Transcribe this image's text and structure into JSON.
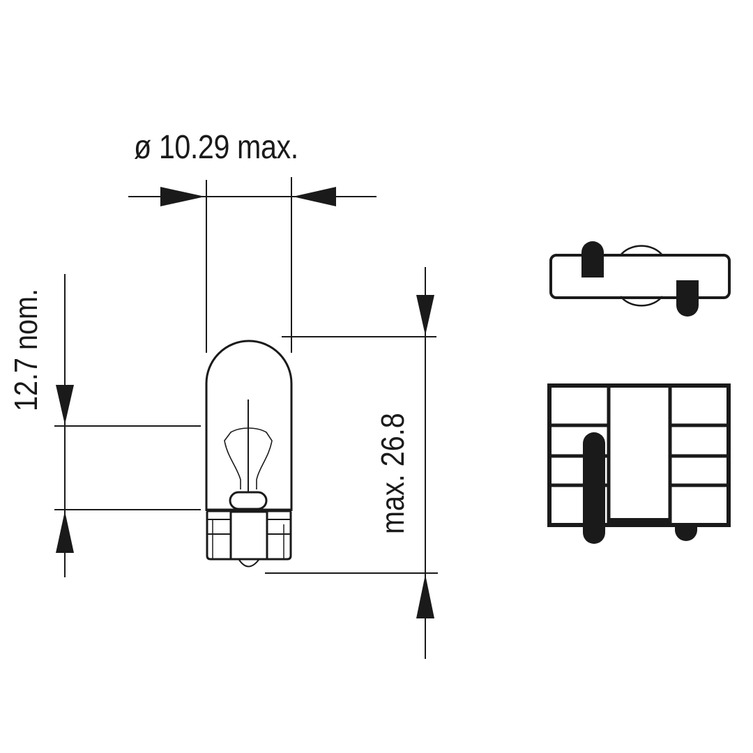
{
  "drawing": {
    "subject": "wedge-base bulb dimension drawing",
    "line_color": "#1a1a1a",
    "background": "#ffffff"
  },
  "dimensions": {
    "diameter": {
      "label": "ø 10.29 max.",
      "value": 10.29,
      "qualifier": "max."
    },
    "base_height": {
      "label": "12.7 nom.",
      "value": 12.7,
      "qualifier": "nom."
    },
    "overall_length": {
      "label": "max. 26.8",
      "value": 26.8,
      "qualifier": "max."
    }
  },
  "views": [
    {
      "name": "side-view",
      "description": "bulb with filament and wedge base"
    },
    {
      "name": "top-view",
      "description": "wedge base viewed from top with contact wires"
    },
    {
      "name": "front-view",
      "description": "wedge base front with ribbed pattern and contact wires"
    }
  ]
}
